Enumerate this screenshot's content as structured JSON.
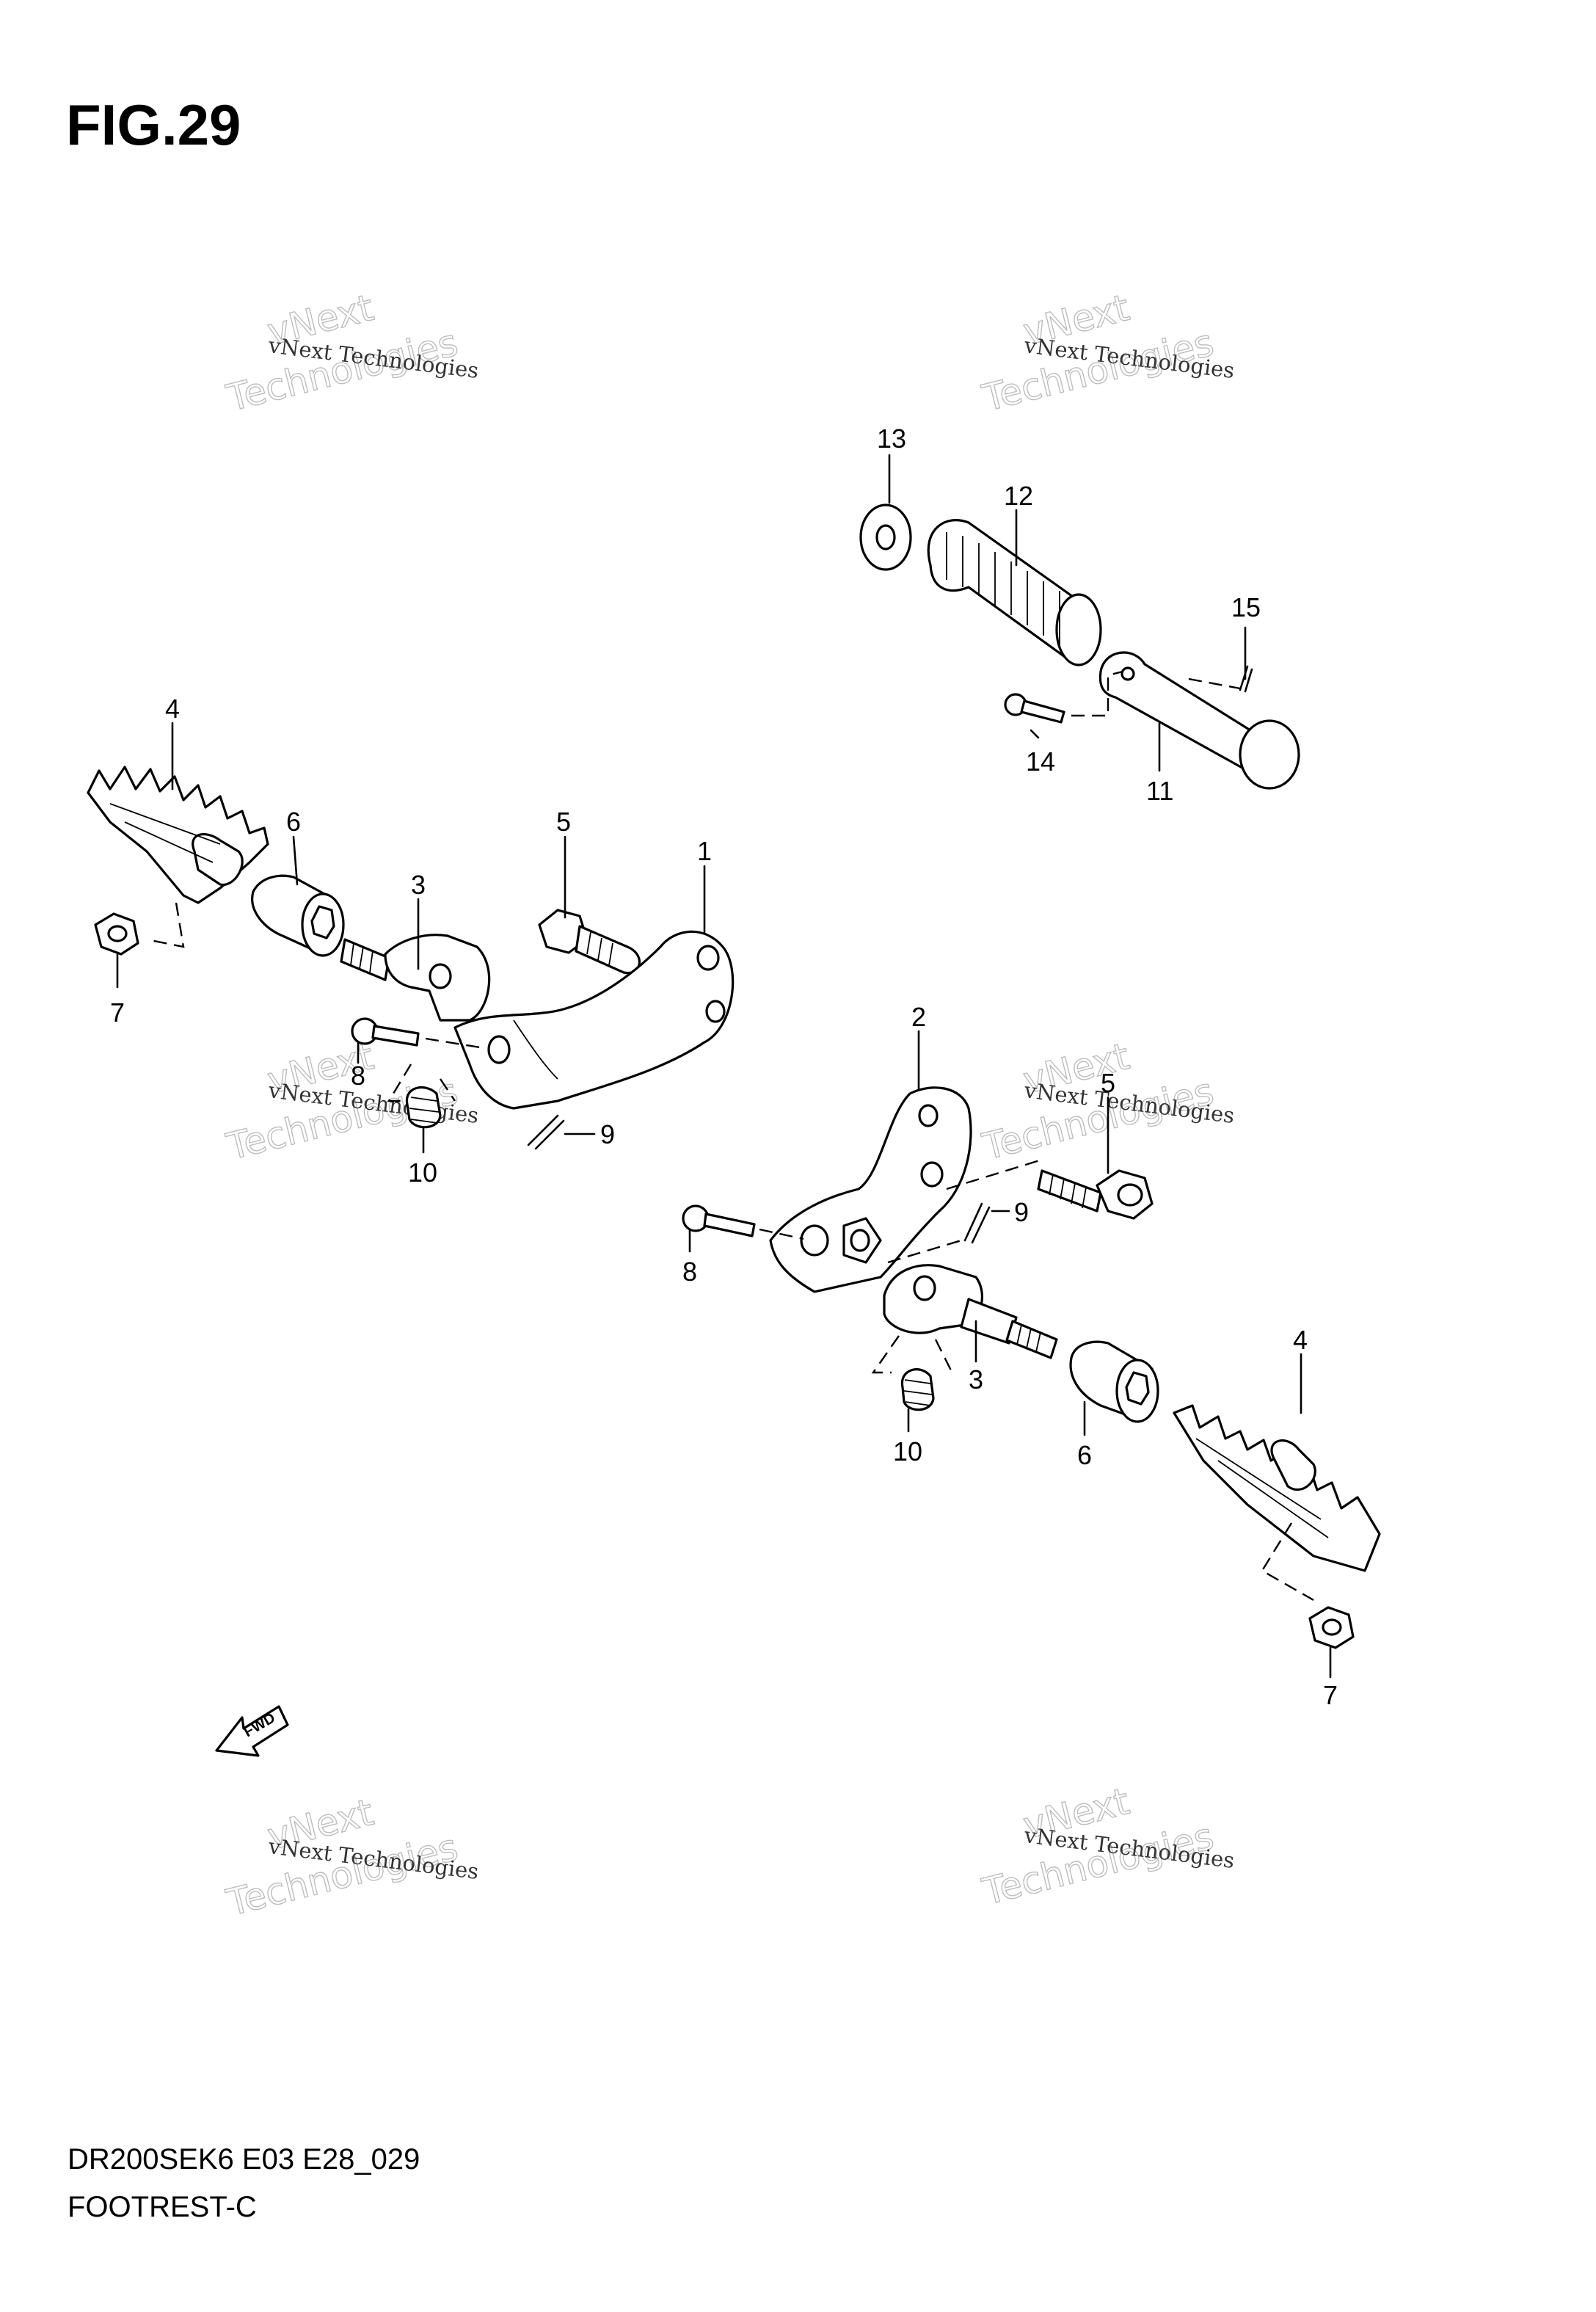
{
  "figure": {
    "title": "FIG.29"
  },
  "footer": {
    "model_code": "DR200SEK6 E03 E28_029",
    "section_name": "FOOTREST-C"
  },
  "watermark": {
    "line1": "vNext Technologies",
    "line2_a": "vNext",
    "line2_b": "Technologies"
  },
  "fwd_label": "FWD",
  "callouts": {
    "c1": "1",
    "c2": "2",
    "c3a": "3",
    "c3b": "3",
    "c4a": "4",
    "c4b": "4",
    "c5a": "5",
    "c5b": "5",
    "c6a": "6",
    "c6b": "6",
    "c7a": "7",
    "c7b": "7",
    "c8a": "8",
    "c8b": "8",
    "c9a": "9",
    "c9b": "9",
    "c10a": "10",
    "c10b": "10",
    "c11": "11",
    "c12": "12",
    "c13": "13",
    "c14": "14",
    "c15": "15"
  }
}
